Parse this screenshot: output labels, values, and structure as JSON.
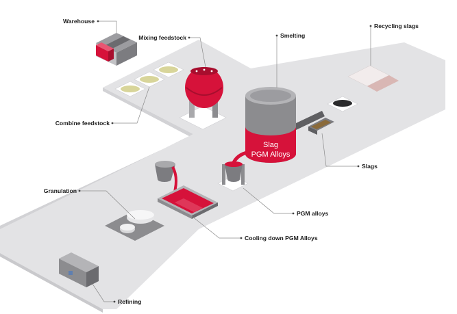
{
  "diagram": {
    "labels": {
      "warehouse": "Warehouse",
      "mixing_feedstock": "Mixing feedstock",
      "smelting": "Smelting",
      "recycling_slags": "Recycling slags",
      "combine_feedstock": "Combine feedstock",
      "slags": "Slags",
      "granulation": "Granulation",
      "pgm_alloys": "PGM alloys",
      "cooling_down": "Cooling down PGM Alloys",
      "refining": "Refining"
    },
    "furnace_text": {
      "line1": "Slag",
      "line2": "PGM Alloys"
    },
    "colors": {
      "floor": "#e3e3e5",
      "floor_edge": "#c9c9cc",
      "brand_red": "#d6123a",
      "deep_red": "#a80e2e",
      "steel": "#8c8c8f",
      "steel_dark": "#5f5f62",
      "steel_light": "#b4b4b7"
    }
  }
}
